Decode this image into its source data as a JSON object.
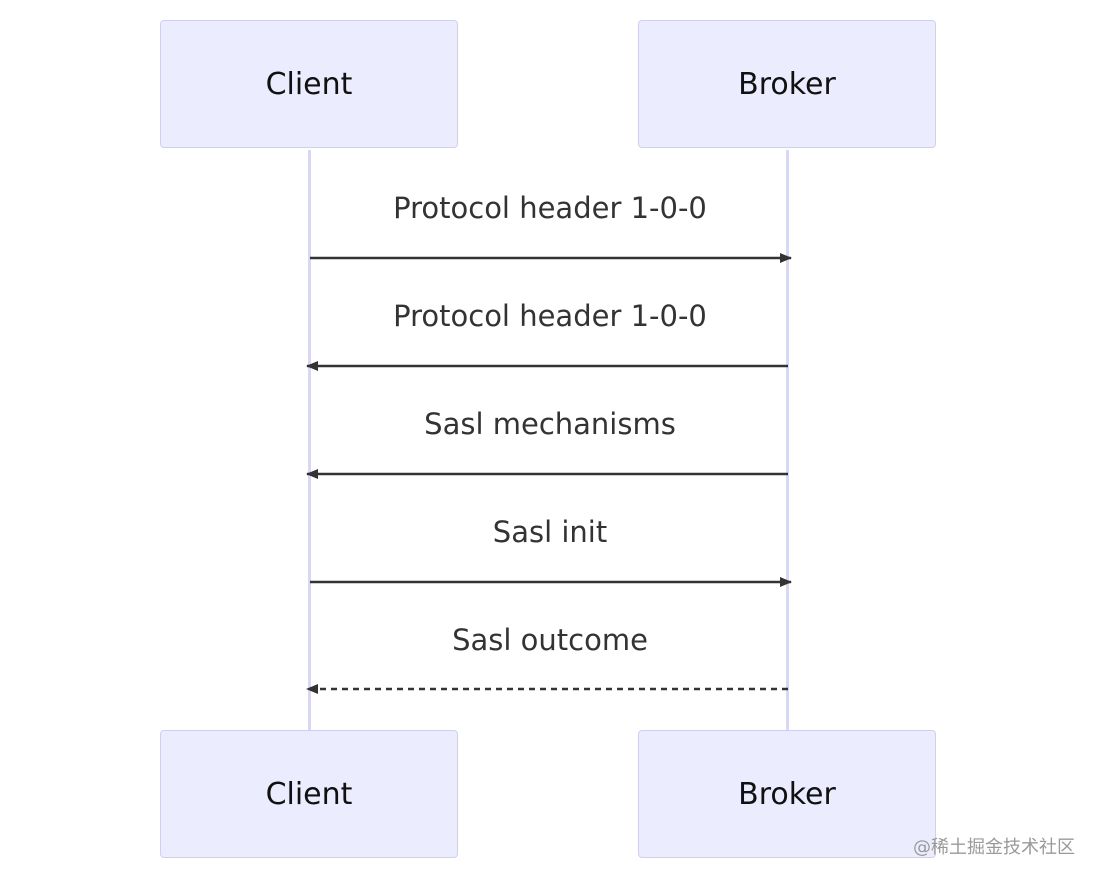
{
  "participants": {
    "top": [
      "Client",
      "Broker"
    ],
    "bottom": [
      "Client",
      "Broker"
    ]
  },
  "messages": [
    {
      "label": "Protocol header 1-0-0",
      "from": "Client",
      "to": "Broker",
      "style": "solid"
    },
    {
      "label": "Protocol header 1-0-0",
      "from": "Broker",
      "to": "Client",
      "style": "solid"
    },
    {
      "label": "Sasl mechanisms",
      "from": "Broker",
      "to": "Client",
      "style": "solid"
    },
    {
      "label": "Sasl init",
      "from": "Client",
      "to": "Broker",
      "style": "solid"
    },
    {
      "label": "Sasl outcome",
      "from": "Broker",
      "to": "Client",
      "style": "dashed"
    }
  ],
  "colors": {
    "actor_fill": "#ececff",
    "actor_border": "#cfcff0",
    "lifeline": "#d8d8ee",
    "arrow": "#333333"
  },
  "watermark": "@稀土掘金技术社区"
}
